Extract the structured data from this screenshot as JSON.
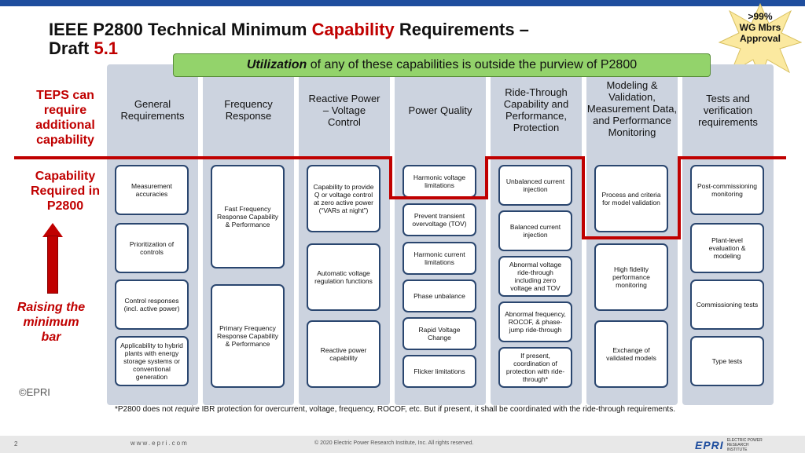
{
  "title": {
    "part1": "IEEE P2800 Technical Minimum ",
    "highlight": "Capability",
    "part2": " Requirements –",
    "line2": "Draft ",
    "draft": "5.1"
  },
  "approval_badge": {
    "line1": ">99%",
    "line2": "WG Mbrs",
    "line3": "Approval"
  },
  "banner": {
    "bold": "Utilization",
    "rest": " of any of these capabilities is outside the purview of P2800"
  },
  "left_labels": {
    "teps": "TEPS can require additional capability",
    "required": "Capability Required in P2800",
    "raising": "Raising the minimum bar"
  },
  "columns": [
    {
      "header": "General Requirements",
      "cards": [
        "Measurement accuracies",
        "Prioritization of controls",
        "Control responses (incl. active power)",
        "Applicability to hybrid plants with energy storage systems or conventional generation"
      ]
    },
    {
      "header": "Frequency Response",
      "cards": [
        "Fast Frequency Response Capability & Performance",
        "Primary Frequency Response Capability & Performance"
      ]
    },
    {
      "header": "Reactive Power – Voltage Control",
      "cards": [
        "Capability to provide Q or voltage control at zero active power (“VARs at night”)",
        "Automatic voltage regulation functions",
        "Reactive power capability"
      ]
    },
    {
      "header": "Power Quality",
      "cards": [
        "Harmonic voltage limitations",
        "Prevent transient overvoltage (TOV)",
        "Harmonic current limitations",
        "Phase unbalance",
        "Rapid Voltage Change",
        "Flicker limitations"
      ]
    },
    {
      "header": "Ride-Through Capability and Performance, Protection",
      "cards": [
        "Unbalanced current injection",
        "Balanced current injection",
        "Abnormal voltage ride-through including zero voltage and TOV",
        "Abnormal frequency, ROCOF, & phase-jump ride-through",
        "If present, coordination of protection with ride-through*"
      ]
    },
    {
      "header": "Modeling & Validation, Measurement Data, and Performance Monitoring",
      "cards": [
        "Process and criteria for model validation",
        "High fidelity performance monitoring",
        "Exchange of validated models"
      ]
    },
    {
      "header": "Tests and verification requirements",
      "cards": [
        "Post-commissioning monitoring",
        "Plant-level evaluation & modeling",
        "Commissioning tests",
        "Type tests"
      ]
    }
  ],
  "watermark": "©EPRI",
  "footnote": {
    "pre": "*P2800 does not ",
    "em": "require",
    "post": " IBR protection for overcurrent, voltage, frequency, ROCOF, etc. But if present, it shall be coordinated with the ride-through requirements."
  },
  "footer": {
    "page": "2",
    "url": "www.epri.com",
    "copyright": "© 2020 Electric Power Research Institute, Inc. All rights reserved.",
    "logo_word": "EPRI",
    "logo_sub": "ELECTRIC POWER RESEARCH INSTITUTE"
  },
  "colors": {
    "accent_red": "#c00000",
    "banner_green": "#93d36b",
    "column_gray": "#ccd3df",
    "card_border": "#2a466f",
    "brand_blue": "#1f4e9e"
  }
}
